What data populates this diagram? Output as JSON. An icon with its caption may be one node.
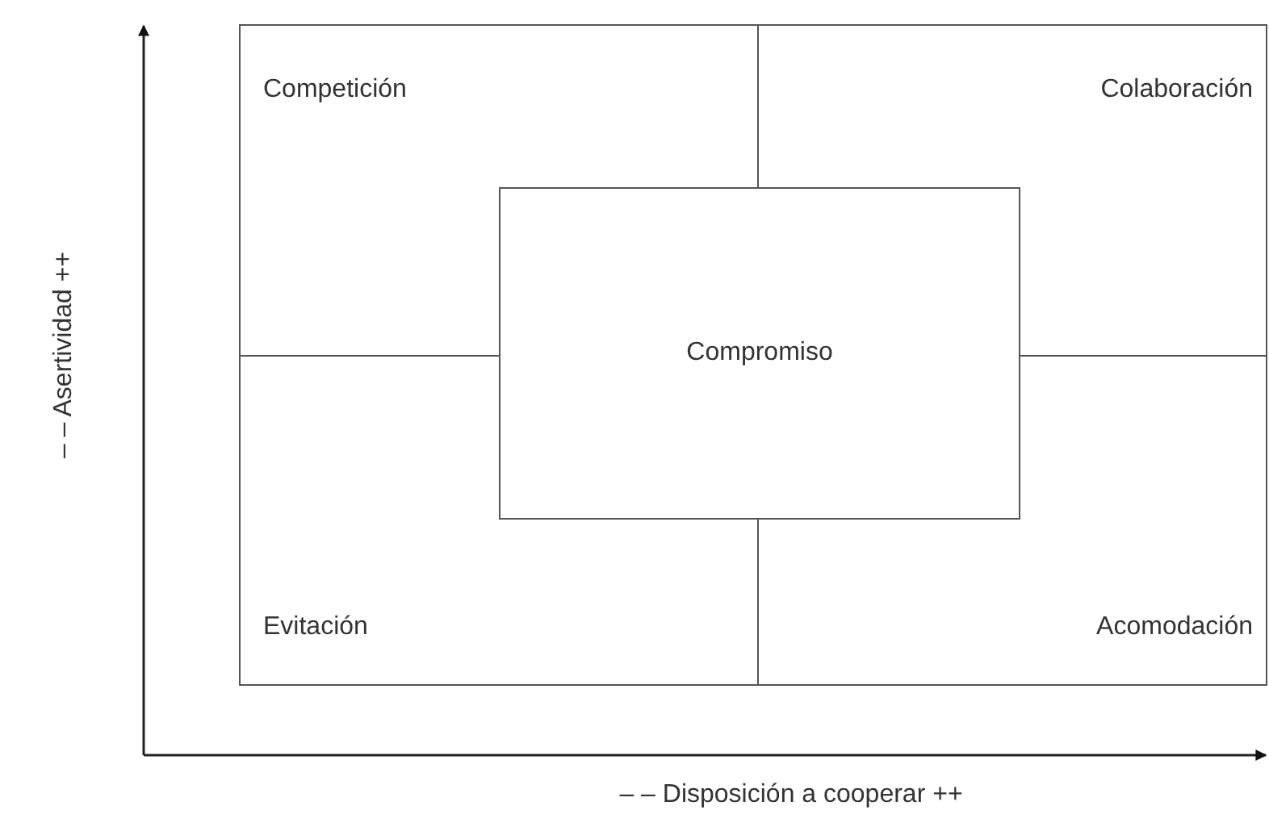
{
  "diagram": {
    "nodes": [
      {
        "text": [
          "Competición"
        ]
      },
      {
        "text": [
          "Colaboración"
        ]
      },
      {
        "text": [
          "Evitación"
        ]
      },
      {
        "text": [
          "Acomodación"
        ]
      },
      {
        "text": [
          "Compromiso"
        ]
      }
    ],
    "labels": [
      "– – Asertividad ++",
      "– – Disposición a cooperar ++"
    ]
  }
}
